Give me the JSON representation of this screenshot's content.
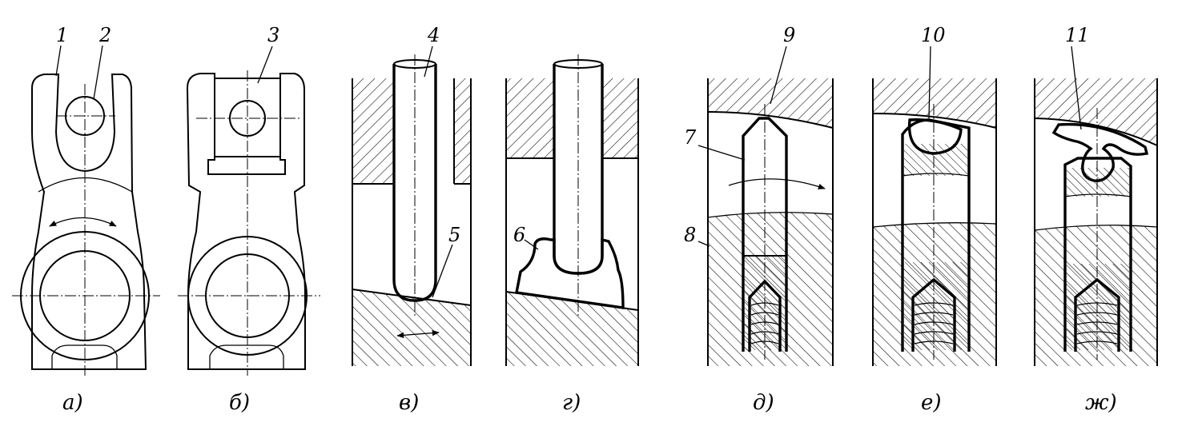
{
  "labels": {
    "l1": "1",
    "l2": "2",
    "l3": "3",
    "l4": "4",
    "l5": "5",
    "l6": "6",
    "l7": "7",
    "l8": "8",
    "l9": "9",
    "l10": "10",
    "l11": "11"
  },
  "captions": {
    "a": "а)",
    "b": "б)",
    "v": "в)",
    "g": "г)",
    "d": "д)",
    "e": "е)",
    "zh": "ж)"
  }
}
